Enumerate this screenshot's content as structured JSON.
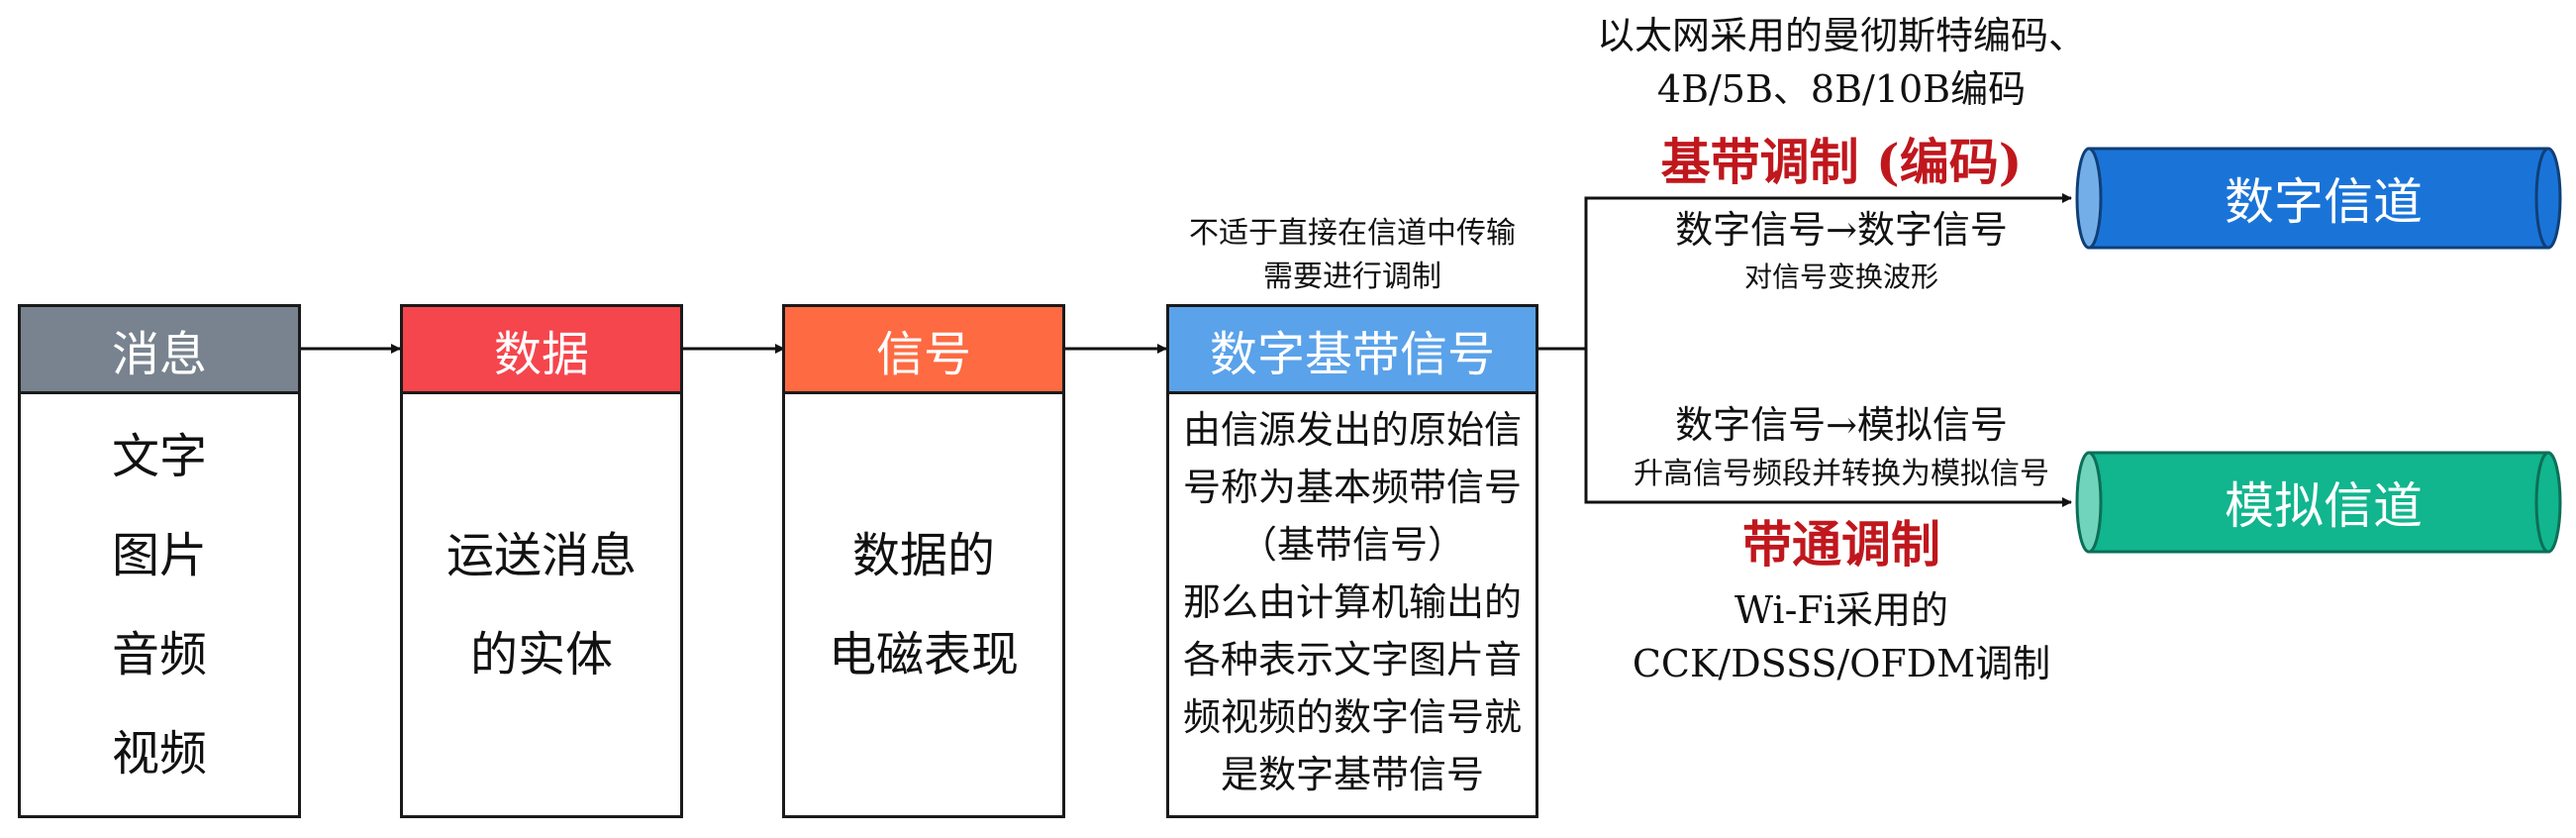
{
  "colors": {
    "message": "#79838f",
    "data": "#f5464d",
    "signal": "#fe6a42",
    "digital_baseband": "#5aa2ea",
    "digital_channel": "#1a74d8",
    "analog_channel": "#11b58e",
    "modulation_title": "#c0171d"
  },
  "boxes": {
    "message": {
      "title": "消息",
      "lines": [
        "文字",
        "图片",
        "音频",
        "视频"
      ]
    },
    "data": {
      "title": "数据",
      "lines": [
        "运送消息",
        "的实体"
      ]
    },
    "signal": {
      "title": "信号",
      "lines": [
        "数据的",
        "电磁表现"
      ]
    },
    "baseband": {
      "title": "数字基带信号",
      "note": [
        "不适于直接在信道中传输",
        "需要进行调制"
      ],
      "lines": [
        "由信源发出的原始信",
        "号称为基本频带信号",
        "（基带信号）",
        "那么由计算机输出的",
        "各种表示文字图片音",
        "频视频的数字信号就",
        "是数字基带信号"
      ]
    }
  },
  "baseband_modulation": {
    "examples": [
      "以太网采用的曼彻斯特编码、",
      "4B/5B、8B/10B编码"
    ],
    "title": "基带调制 (编码)",
    "conversion": "数字信号→数字信号",
    "detail": "对信号变换波形"
  },
  "bandpass_modulation": {
    "conversion": "数字信号→模拟信号",
    "detail": "升高信号频段并转换为模拟信号",
    "title": "带通调制",
    "examples": [
      "Wi-Fi采用的",
      "CCK/DSSS/OFDM调制"
    ]
  },
  "channels": {
    "digital": "数字信道",
    "analog": "模拟信道"
  }
}
